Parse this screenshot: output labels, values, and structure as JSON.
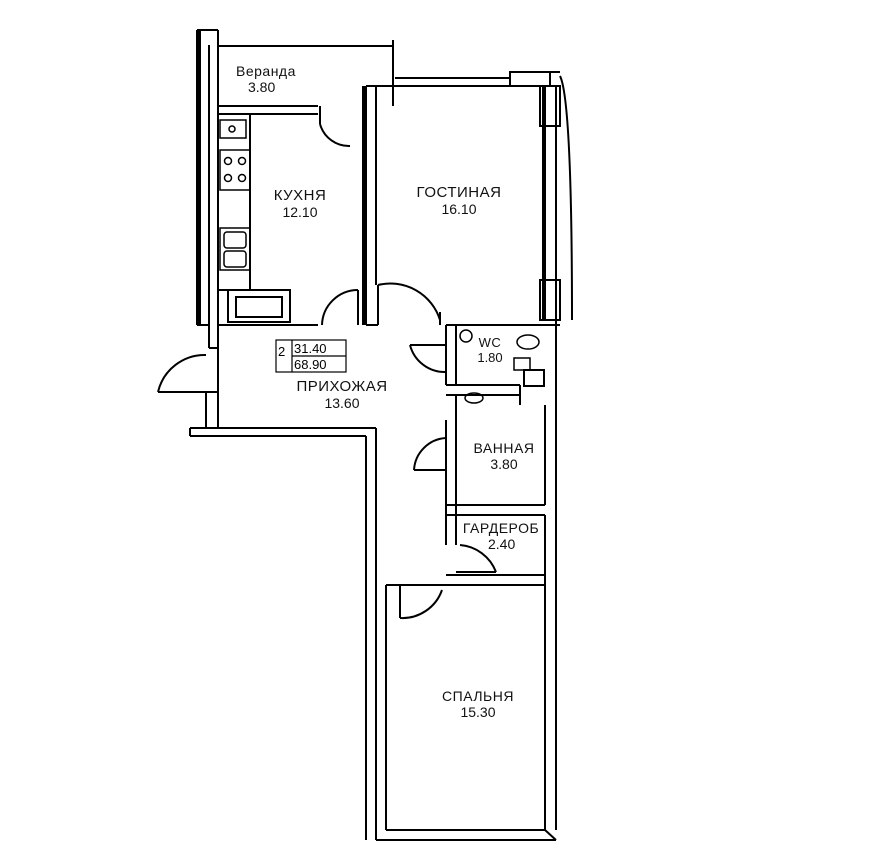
{
  "rooms": {
    "veranda": {
      "name": "Веранда",
      "area": "3.80"
    },
    "kitchen": {
      "name": "КУХНЯ",
      "area": "12.10"
    },
    "living": {
      "name": "ГОСТИНАЯ",
      "area": "16.10"
    },
    "wc": {
      "name": "WC",
      "area": "1.80"
    },
    "hall": {
      "name": "ПРИХОЖАЯ",
      "area": "13.60"
    },
    "bathroom": {
      "name": "ВАННАЯ",
      "area": "3.80"
    },
    "wardrobe": {
      "name": "ГАРДЕРОБ",
      "area": "2.40"
    },
    "bedroom": {
      "name": "СПАЛЬНЯ",
      "area": "15.30"
    }
  },
  "apartment": {
    "rooms": "2",
    "living_area": "31.40",
    "total_area": "68.90"
  }
}
